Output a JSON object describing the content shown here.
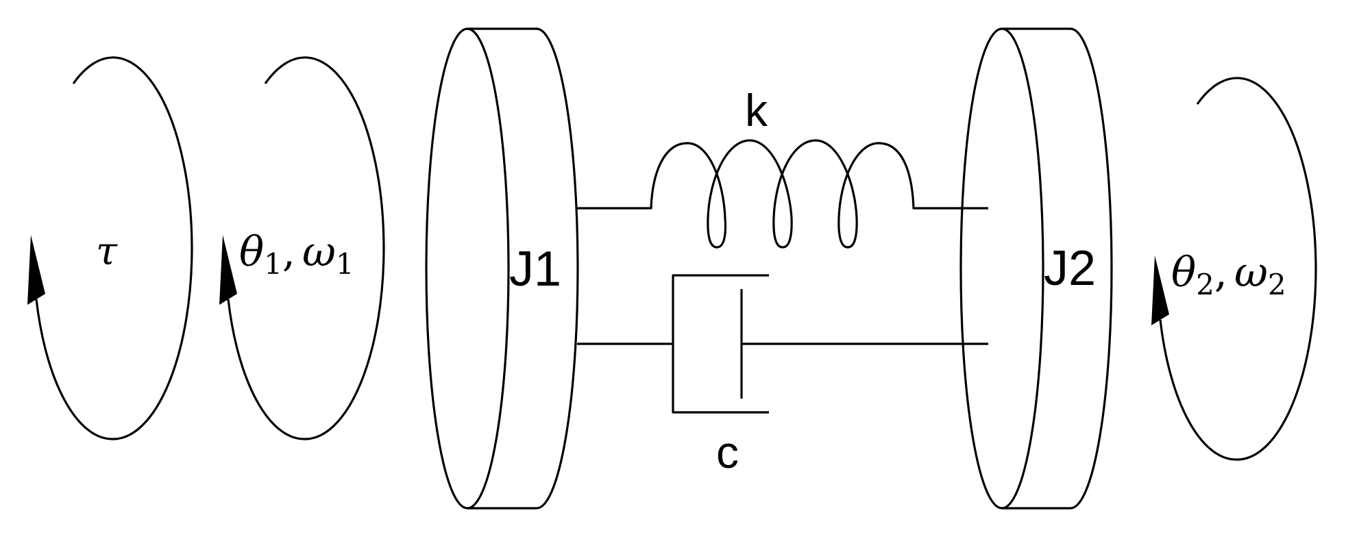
{
  "diagram": {
    "title": "Two-inertia torsional system with spring and damper",
    "stroke_color": "#000000",
    "background": "#ffffff",
    "inertias": [
      {
        "id": "J1",
        "label": "J1"
      },
      {
        "id": "J2",
        "label": "J2"
      }
    ],
    "spring": {
      "label": "k",
      "coil_count": 4
    },
    "damper": {
      "label": "c"
    },
    "rotation_indicators": [
      {
        "id": "torque",
        "symbol": "τ",
        "subscript": "",
        "second_symbol": "",
        "second_subscript": "",
        "direction": "counter-clockwise"
      },
      {
        "id": "state1",
        "symbol": "θ",
        "subscript": "1",
        "second_symbol": "ω",
        "second_subscript": "1",
        "separator": ",",
        "direction": "counter-clockwise"
      },
      {
        "id": "state2",
        "symbol": "θ",
        "subscript": "2",
        "second_symbol": "ω",
        "second_subscript": "2",
        "separator": ",",
        "direction": "counter-clockwise"
      }
    ]
  }
}
